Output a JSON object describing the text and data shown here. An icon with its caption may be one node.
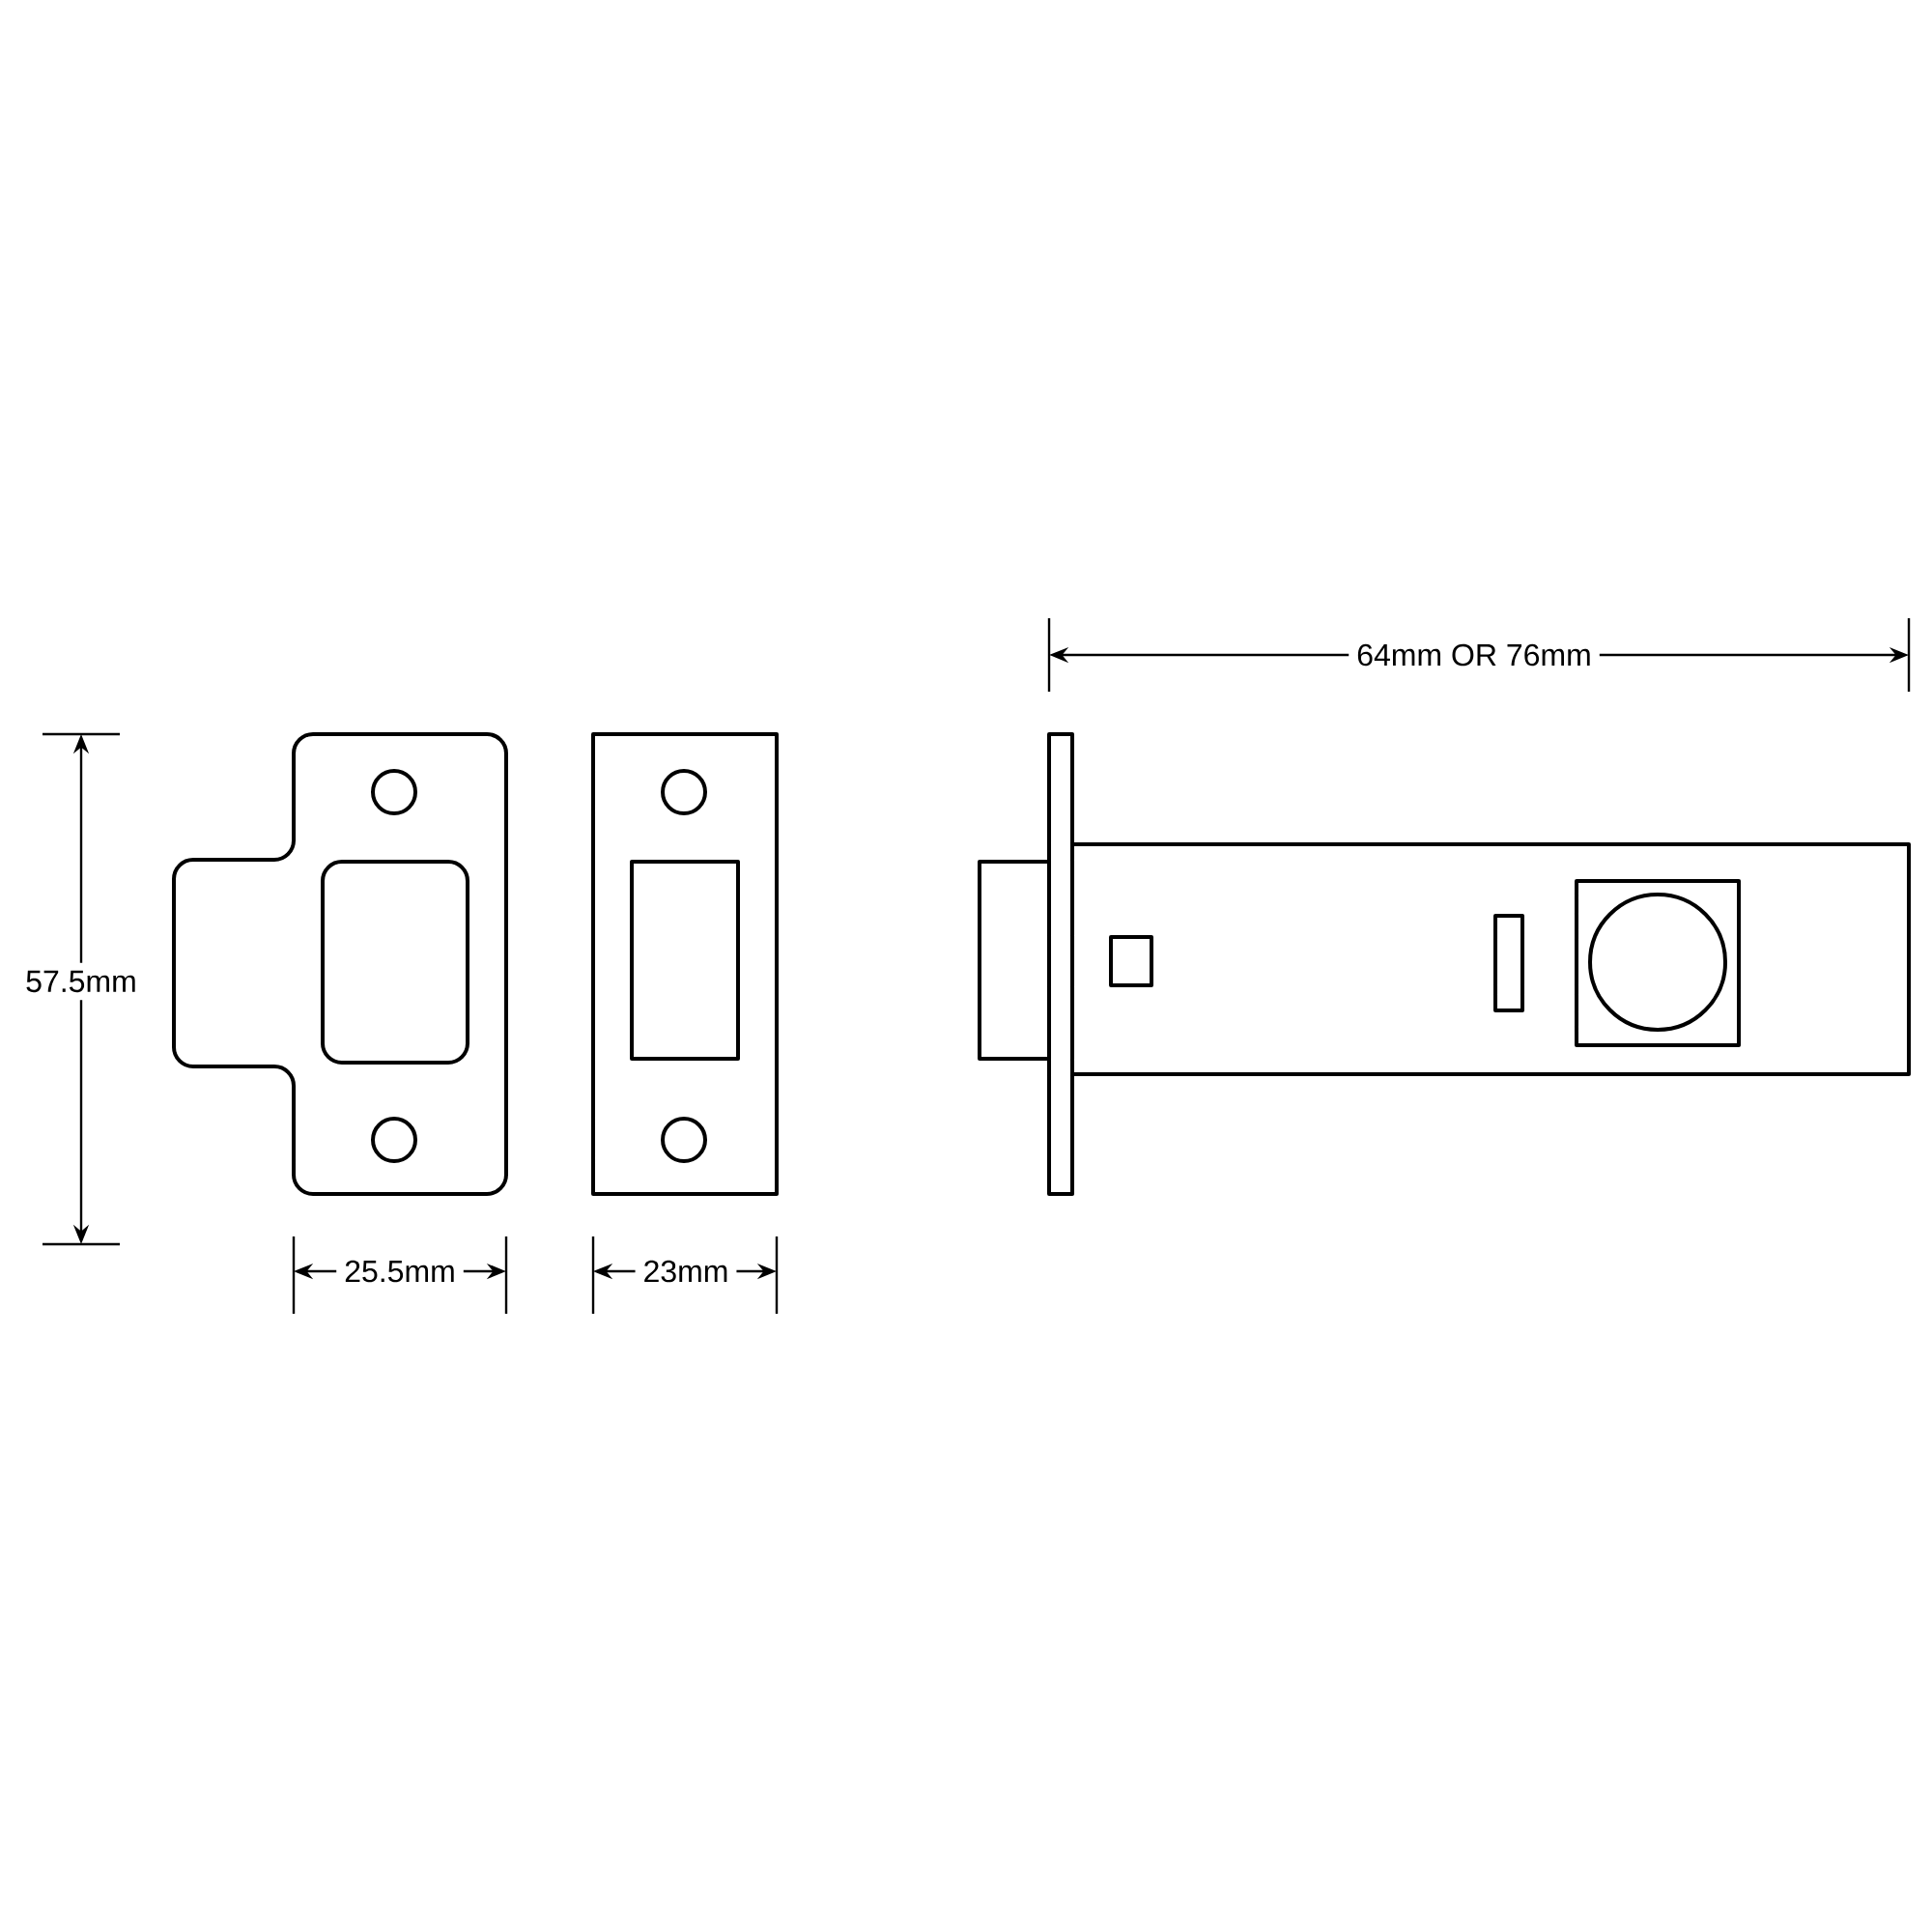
{
  "diagram": {
    "labels": [
      "64mm OR 76mm",
      "57.5mm",
      "25.5mm",
      "23mm"
    ]
  }
}
